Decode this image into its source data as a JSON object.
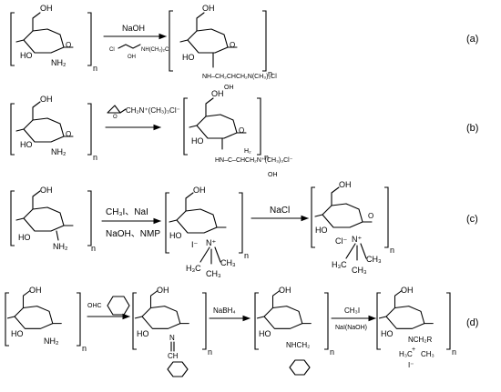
{
  "rows": [
    {
      "label": "(a)",
      "reagents": [
        "NaOH",
        "Cl",
        "NH(CH₂)₂Cl",
        "OH"
      ],
      "product_sub": [
        "NH–CH₂CHCH₂N(CH₃)₂Cl",
        "OH"
      ]
    },
    {
      "label": "(b)",
      "reagents": [
        "CH₂N⁺(CH₃)₃Cl⁻"
      ],
      "product_sub": [
        "HN–C–CHCH₂N⁺(CH₃)₃Cl⁻",
        "H₂",
        "OH"
      ]
    },
    {
      "label": "(c)",
      "reagents": [
        "CH₃I、NaI",
        "NaOH、NMP",
        "NaCl"
      ],
      "product_sub": [
        "I⁻",
        "N⁺",
        "H₃C",
        "CH₃",
        "CH₃"
      ],
      "product2_sub": [
        "Cl⁻",
        "N⁺",
        "H₃C",
        "CH₃",
        "CH₃"
      ]
    },
    {
      "label": "(d)",
      "reagents": [
        "OHC",
        "NaBH₄",
        "CH₃I",
        "NaI(NaOH)"
      ],
      "imine_sub": [
        "N",
        "CH"
      ],
      "amine_sub": [
        "NHCH₂"
      ],
      "quat_sub": [
        "NCH₂R",
        "+",
        "H₃C",
        "CH₃",
        "I⁻"
      ]
    }
  ],
  "common": {
    "oh": "OH",
    "ho": "HO",
    "nh2": "NH₂",
    "n": "n",
    "o": "O"
  }
}
